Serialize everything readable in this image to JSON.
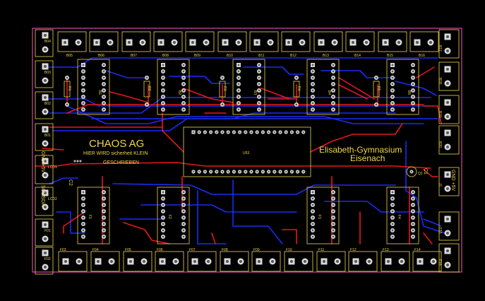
{
  "texts": {
    "club_title": "CHAOS AG",
    "club_subtitle": "HIER WIRD sicherheit KLEIN",
    "club_subtitle2": "GESCHRIEBEN",
    "school_name": "Elisabeth-Gymnasium",
    "school_city": "Eisenach",
    "mcu_ref": "U53",
    "cap_ref": "C2",
    "quartz_ref": "Q1",
    "cap2_ref": "C1",
    "left_label_power": "GND +5V",
    "left_label_bus": "SCL SDA",
    "right_label_power": "GND +5V"
  },
  "refs": {
    "top_terminals": [
      "B05",
      "B06",
      "B07",
      "B08",
      "B09",
      "B10",
      "B11",
      "B12",
      "B13",
      "B14",
      "B15",
      "B16"
    ],
    "bottom_terminals": [
      "F03",
      "F04",
      "F05",
      "F06",
      "F07",
      "F08",
      "F09",
      "F10",
      "F11",
      "F12",
      "F13",
      "F14"
    ],
    "left_terminals": [
      "B04",
      "B03",
      "B02",
      "B01",
      "LCD1",
      "LCD2",
      "F01",
      "F02"
    ],
    "right_terminals": [
      "B17",
      "B18",
      "B19",
      "B20",
      "J1",
      "F15",
      "F16"
    ],
    "top_ics": [
      "B1",
      "B2",
      "B3",
      "B4",
      "B5"
    ],
    "bottom_ics": [
      "F1",
      "F2",
      "F3",
      "F4"
    ],
    "resistors": [
      "R1",
      "R2",
      "R3",
      "R4",
      "R5"
    ]
  },
  "colors": {
    "background": "#000000",
    "board_outline": "#d04aa0",
    "silkscreen": "#f0d64a",
    "top_copper": "#e8161e",
    "bottom_copper": "#1a2cf5",
    "pad_fill": "#d8d8d8",
    "pad_hole": "#555555"
  }
}
